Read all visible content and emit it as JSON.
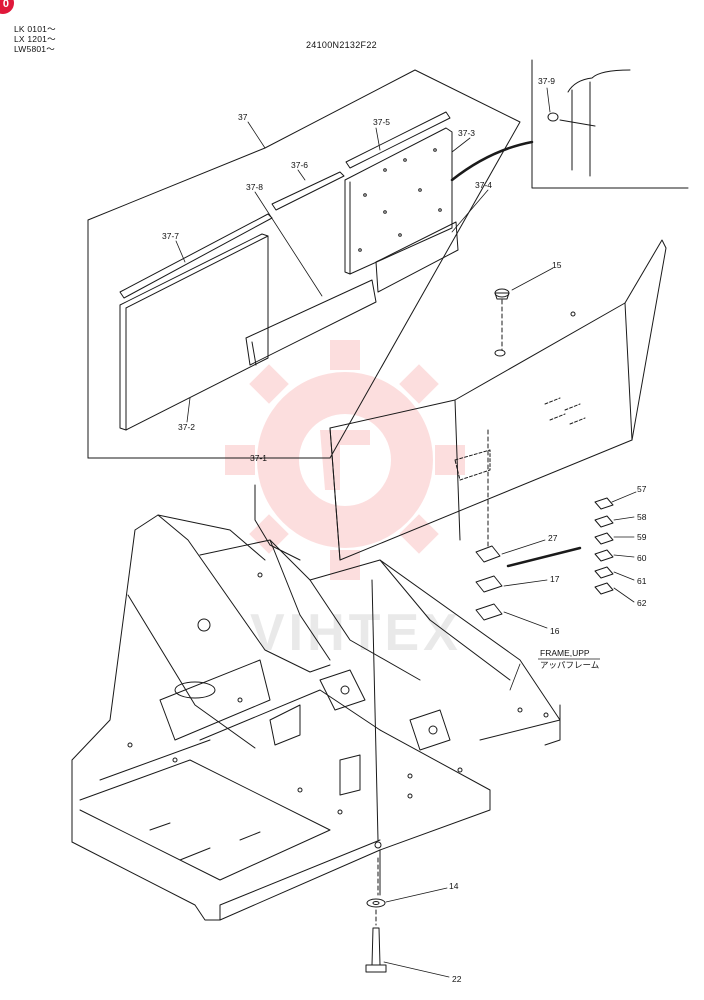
{
  "badge": "0",
  "applicability": [
    "LK 0101～",
    "LX 1201～",
    "LW5801～"
  ],
  "part_number": "24100N2132F22",
  "callouts": {
    "c37": "37",
    "c37_1": "37-1",
    "c37_2": "37-2",
    "c37_3": "37-3",
    "c37_4": "37-4",
    "c37_5": "37-5",
    "c37_6": "37-6",
    "c37_7": "37-7",
    "c37_8": "37-8",
    "c37_9": "37-9",
    "c15": "15",
    "c27": "27",
    "c17": "17",
    "c16": "16",
    "c57": "57",
    "c58": "58",
    "c59": "59",
    "c60": "60",
    "c61": "61",
    "c62": "62",
    "c14": "14",
    "c22": "22"
  },
  "frame_label": {
    "en": "FRAME,UPP",
    "ja": "アッパフレーム"
  },
  "watermark": "VIHTEX",
  "colors": {
    "line": "#1a1a1a",
    "watermark": "#ef3b3b",
    "badge": "#e0183a"
  }
}
